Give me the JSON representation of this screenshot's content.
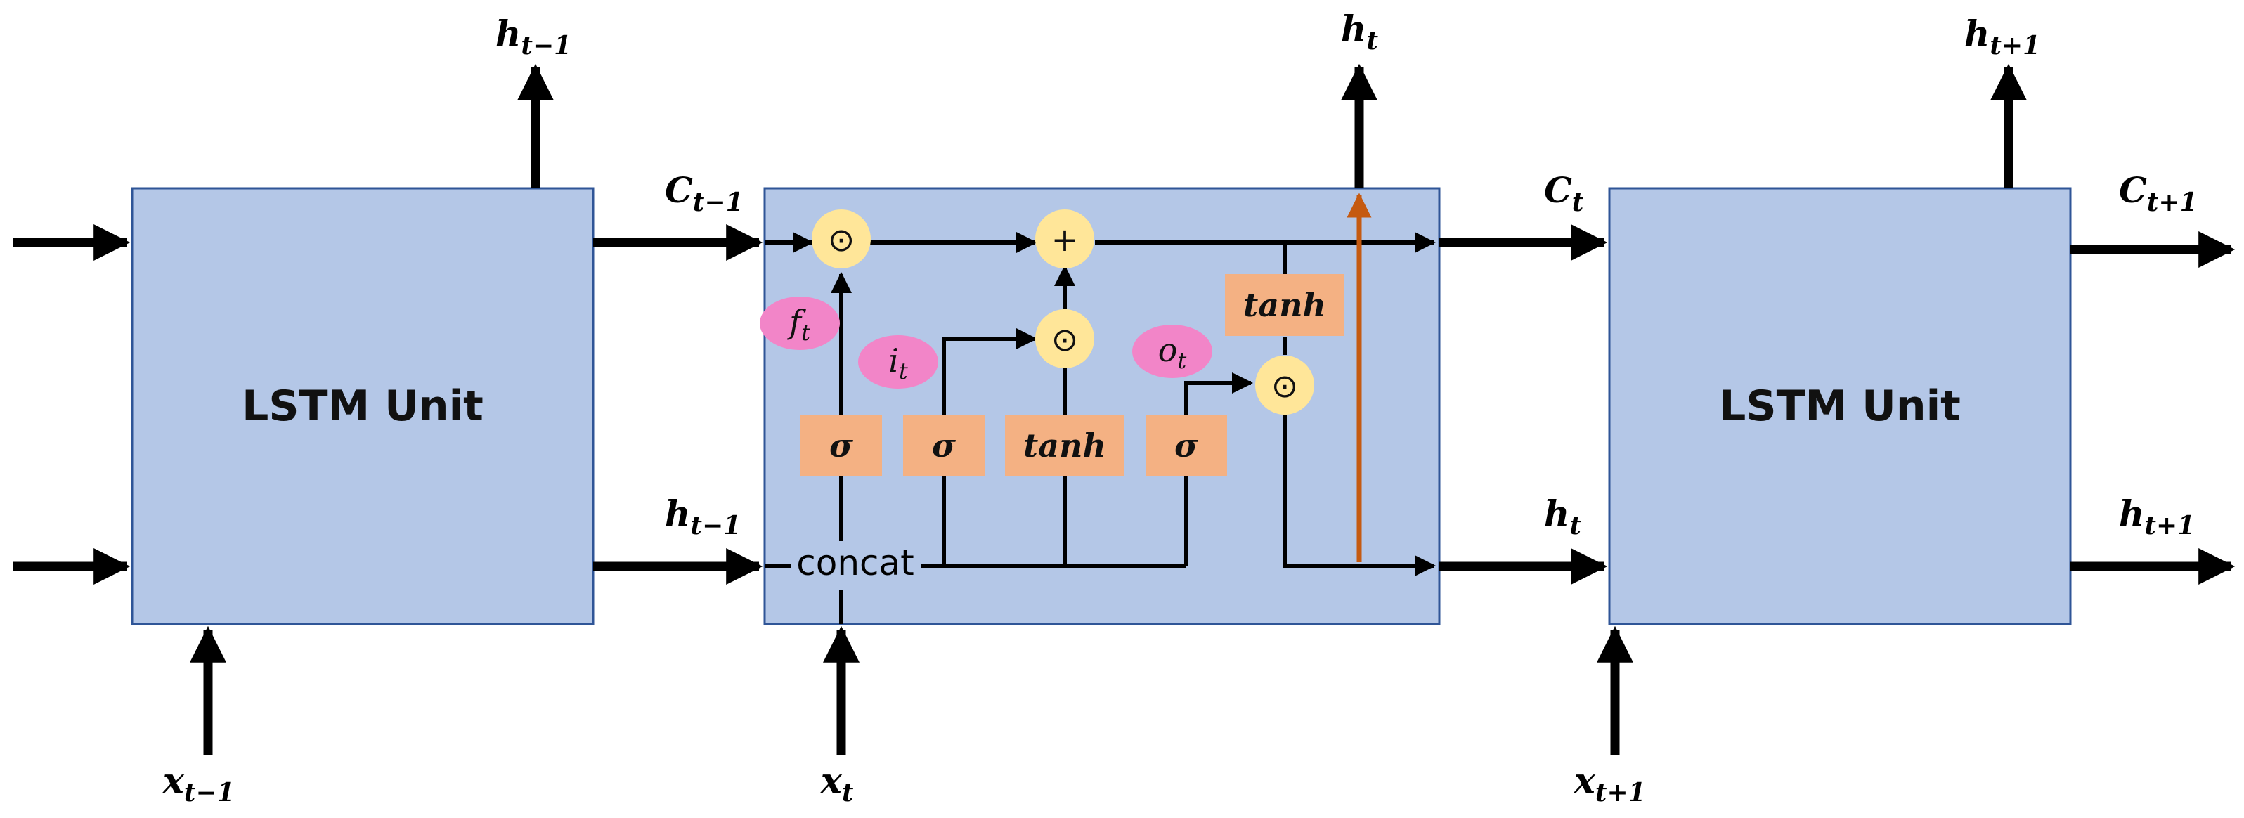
{
  "left_unit": {
    "label": "LSTM Unit"
  },
  "right_unit": {
    "label": "LSTM Unit"
  },
  "center_cell": {
    "gates": [
      "σ",
      "σ",
      "tanh",
      "σ"
    ],
    "output_tanh": "tanh",
    "ops": {
      "forget_mul": "⊙",
      "add": "+",
      "input_mul": "⊙",
      "output_mul": "⊙"
    },
    "gate_labels": [
      {
        "base": "f",
        "sub": "t"
      },
      {
        "base": "i",
        "sub": "t"
      },
      {
        "base": "o",
        "sub": "t"
      }
    ],
    "concat": "concat"
  },
  "labels": {
    "h_prev_top": {
      "base": "h",
      "sub": "t−1"
    },
    "c_prev": {
      "base": "C",
      "sub": "t−1"
    },
    "h_prev_mid": {
      "base": "h",
      "sub": "t−1"
    },
    "h_t_top": {
      "base": "h",
      "sub": "t"
    },
    "c_t": {
      "base": "C",
      "sub": "t"
    },
    "h_t_mid": {
      "base": "h",
      "sub": "t"
    },
    "h_next_top": {
      "base": "h",
      "sub": "t+1"
    },
    "c_next": {
      "base": "C",
      "sub": "t+1"
    },
    "h_next_mid": {
      "base": "h",
      "sub": "t+1"
    },
    "x_prev": {
      "base": "x",
      "sub": "t−1"
    },
    "x_t": {
      "base": "x",
      "sub": "t"
    },
    "x_next": {
      "base": "x",
      "sub": "t+1"
    }
  },
  "colors": {
    "unit_fill": "#b4c7e7",
    "unit_stroke": "#2f5597",
    "gate_fill": "#f4b183",
    "op_fill": "#ffe699",
    "gate_label_fill": "#f285c8",
    "output_path": "#c55a11"
  }
}
